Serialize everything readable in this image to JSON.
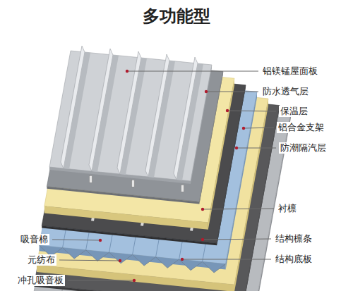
{
  "diagram": {
    "title": "多功能型",
    "labels": [
      "铝镁锰屋面板",
      "防水透气层",
      "保温层",
      "铝合金支架",
      "防潮隔汽层",
      "衬檩",
      "结构檩条",
      "结构底板",
      "吸音棉",
      "元纺布",
      "冲孔吸音板"
    ]
  }
}
